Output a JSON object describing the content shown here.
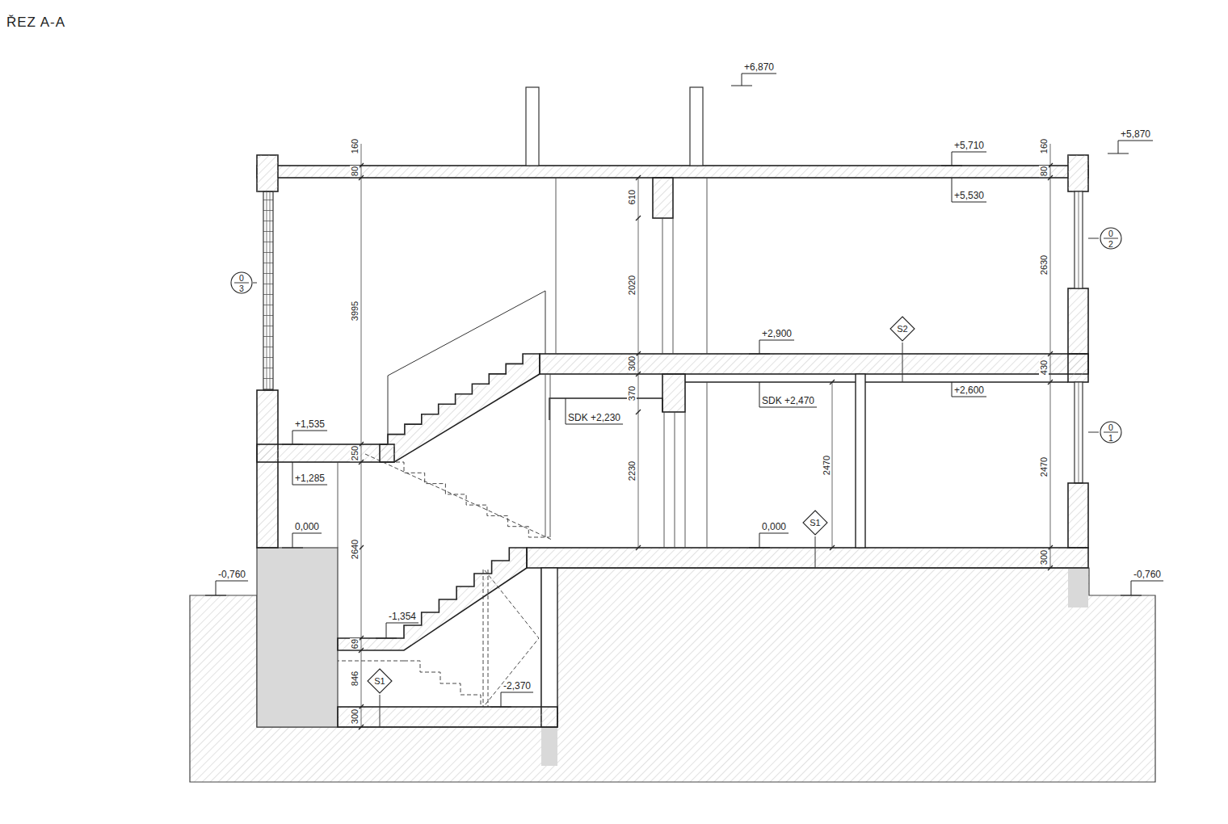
{
  "diagram": {
    "title": "ŘEZ A-A",
    "nodes": [
      {
        "text": [
          "0",
          "2"
        ]
      },
      {
        "text": [
          "0",
          "3"
        ]
      },
      {
        "text": [
          "S2"
        ]
      },
      {
        "text": [
          "0",
          "1"
        ]
      },
      {
        "text": [
          "S1"
        ]
      },
      {
        "text": [
          "S1"
        ]
      }
    ],
    "labels": [
      "+6,870",
      "+5,710",
      "+5,530",
      "+5,870",
      "160",
      "80",
      "160",
      "80",
      "3995",
      "610",
      "2020",
      "2630",
      "+2,900",
      "300",
      "370",
      "430",
      "+2,600",
      "SDK +2,230",
      "SDK +2,470",
      "+1,535",
      "250",
      "+1,285",
      "2230",
      "2470",
      "2470",
      "0,000",
      "0,000",
      "2640",
      "300",
      "-0,760",
      "-0,760",
      "-1,354",
      "69",
      "846",
      "-2,370",
      "300"
    ]
  }
}
